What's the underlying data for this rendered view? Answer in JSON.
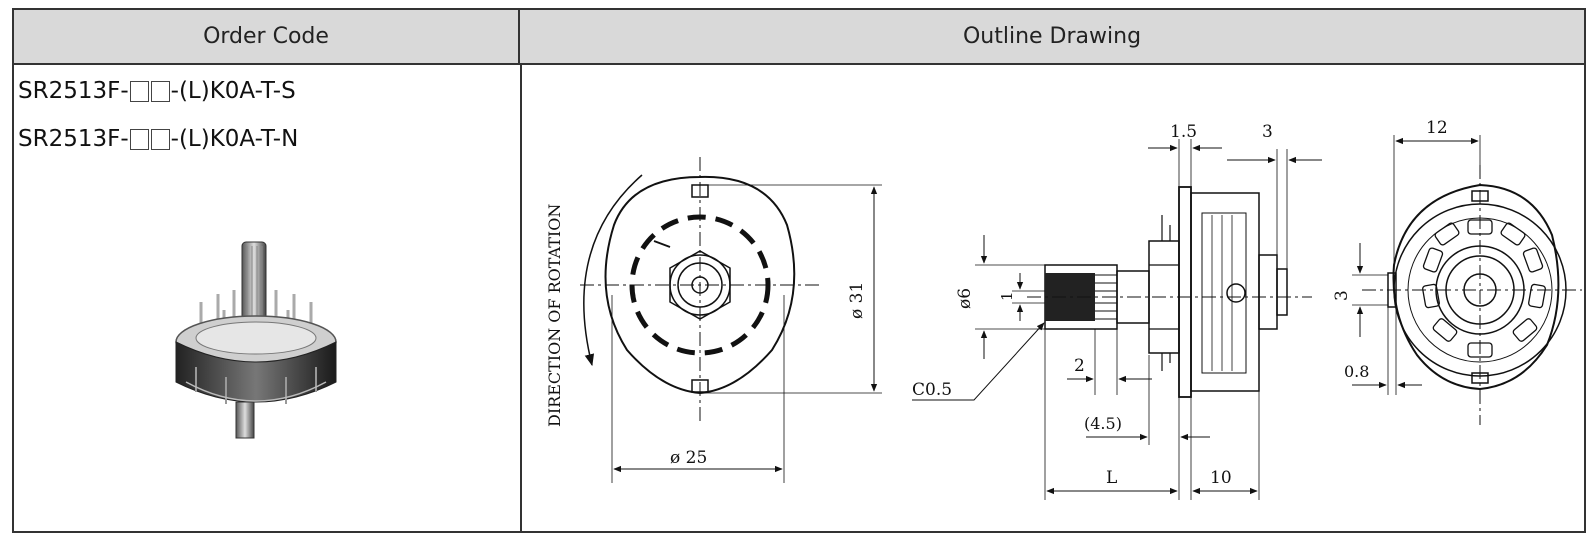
{
  "table": {
    "header_left": "Order Code",
    "header_right": "Outline Drawing"
  },
  "order_codes": [
    {
      "prefix": "SR2513F-",
      "suffix": "-(L)K0A-T-S"
    },
    {
      "prefix": "SR2513F-",
      "suffix": "-(L)K0A-T-N"
    }
  ],
  "drawing": {
    "rotation_label": "DIRECTION OF ROTATION",
    "dim_d31": "ø 31",
    "dim_d25": "ø 25",
    "dim_d6": "ø6",
    "dim_1": "1",
    "dim_1_5": "1.5",
    "dim_3_top": "3",
    "dim_2": "2",
    "dim_4_5": "(4.5)",
    "dim_L": "L",
    "dim_10": "10",
    "dim_c0_5": "C0.5",
    "dim_12": "12",
    "dim_3_side": "3",
    "dim_0_8": "0.8"
  },
  "colors": {
    "header_bg": "#d9d9d9",
    "border": "#333333",
    "line": "#111111"
  }
}
